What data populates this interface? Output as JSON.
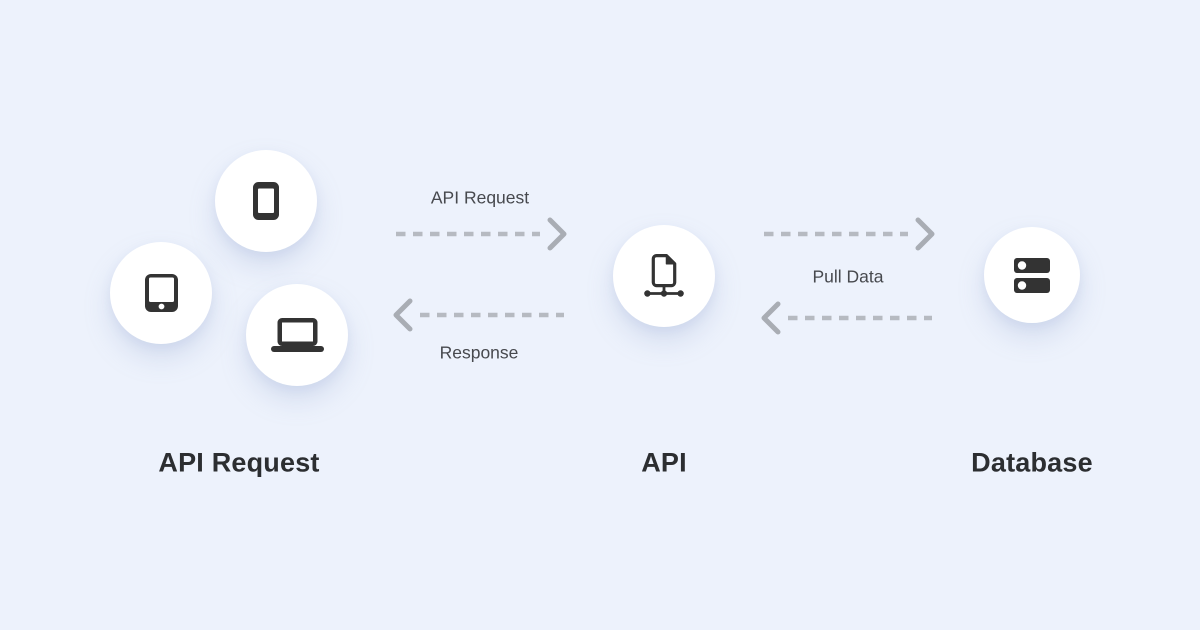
{
  "diagram": {
    "type": "api-architecture-flow",
    "nodes": {
      "clients": {
        "label": "API Request",
        "icons": [
          "phone-icon",
          "tablet-icon",
          "laptop-icon"
        ]
      },
      "api": {
        "label": "API",
        "icon": "api-document-network-icon"
      },
      "database": {
        "label": "Database",
        "icon": "database-icon"
      }
    },
    "flows": {
      "request": {
        "label": "API Request",
        "from": "clients",
        "to": "api",
        "direction": "right",
        "style": "dashed"
      },
      "response": {
        "label": "Response",
        "from": "api",
        "to": "clients",
        "direction": "left",
        "style": "dashed"
      },
      "pull_data": {
        "label": "Pull Data",
        "from": "api",
        "to": "database",
        "direction": "bidirectional",
        "style": "dashed"
      }
    },
    "colors": {
      "background": "#edf2fc",
      "node_fill": "#ffffff",
      "icon": "#333333",
      "arrow_dash": "#b6bac1",
      "arrow_chevron": "#a9adb4",
      "flow_label_text": "#47494e",
      "node_label_text": "#2c2e31"
    }
  }
}
